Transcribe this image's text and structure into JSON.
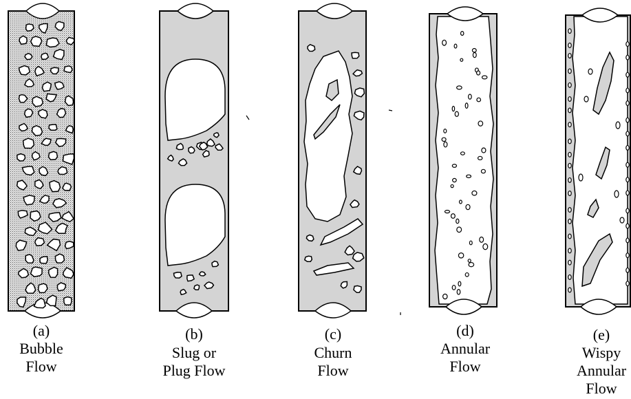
{
  "figure": {
    "panels": [
      {
        "id": "a",
        "letter": "(a)",
        "caption_lines": [
          "Bubble",
          "Flow"
        ],
        "regime": "bubble"
      },
      {
        "id": "b",
        "letter": "(b)",
        "caption_lines": [
          "Slug or",
          "Plug Flow"
        ],
        "regime": "slug"
      },
      {
        "id": "c",
        "letter": "(c)",
        "caption_lines": [
          "Churn",
          "Flow"
        ],
        "regime": "churn"
      },
      {
        "id": "d",
        "letter": "(d)",
        "caption_lines": [
          "Annular",
          "Flow"
        ],
        "regime": "annular"
      },
      {
        "id": "e",
        "letter": "(e)",
        "caption_lines": [
          "Wispy",
          "Annular",
          "Flow"
        ],
        "regime": "wispy-annular"
      }
    ],
    "colors": {
      "liquid": "#d4d4d4",
      "gas": "#ffffff",
      "outline": "#000000"
    }
  }
}
